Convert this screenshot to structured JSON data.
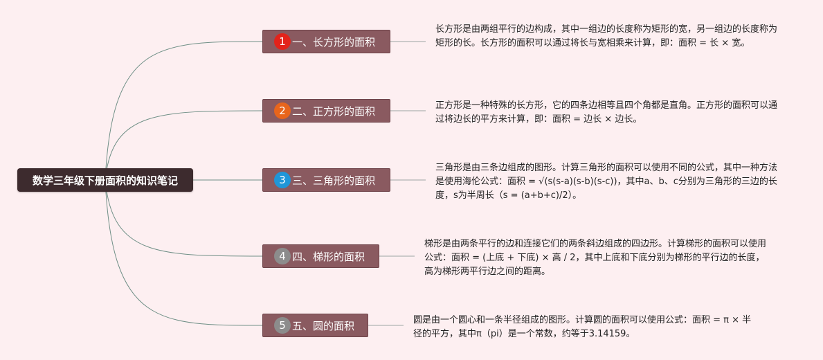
{
  "root": {
    "title": "数学三年级下册面积的知识笔记"
  },
  "branches": [
    {
      "num": "1",
      "label": "一、长方形的面积",
      "badge_color": "#e3231b",
      "description": "长方形是由两组平行的边构成，其中一组边的长度称为矩形的宽，另一组边的长度称为矩形的长。长方形的面积可以通过将长与宽相乘来计算，即：面积 = 长 × 宽。"
    },
    {
      "num": "2",
      "label": "二、正方形的面积",
      "badge_color": "#e8651c",
      "description": "正方形是一种特殊的长方形，它的四条边相等且四个角都是直角。正方形的面积可以通过将边长的平方来计算，即：面积 = 边长 × 边长。"
    },
    {
      "num": "3",
      "label": "三、三角形的面积",
      "badge_color": "#1f96d8",
      "description": "三角形是由三条边组成的图形。计算三角形的面积可以使用不同的公式，其中一种方法是使用海伦公式：面积 = √(s(s-a)(s-b)(s-c))，其中a、b、c分别为三角形的三边的长度，s为半周长（s = (a+b+c)/2）。"
    },
    {
      "num": "4",
      "label": "四、梯形的面积",
      "badge_color": "#8c8c8c",
      "description": "梯形是由两条平行的边和连接它们的两条斜边组成的四边形。计算梯形的面积可以使用公式：面积 = (上底 + 下底) × 高 / 2，其中上底和下底分别为梯形的平行边的长度，高为梯形两平行边之间的距离。"
    },
    {
      "num": "5",
      "label": "五、圆的面积",
      "badge_color": "#8c8c8c",
      "description": "圆是由一个圆心和一条半径组成的图形。计算圆的面积可以使用公式：面积 = π × 半径的平方，其中π（pi）是一个常数，约等于3.14159。"
    }
  ],
  "colors": {
    "background": "#fdeff1",
    "root_fill": "#3d2b2e",
    "branch_fill": "#8a5a60",
    "link": "#6f8f86"
  }
}
